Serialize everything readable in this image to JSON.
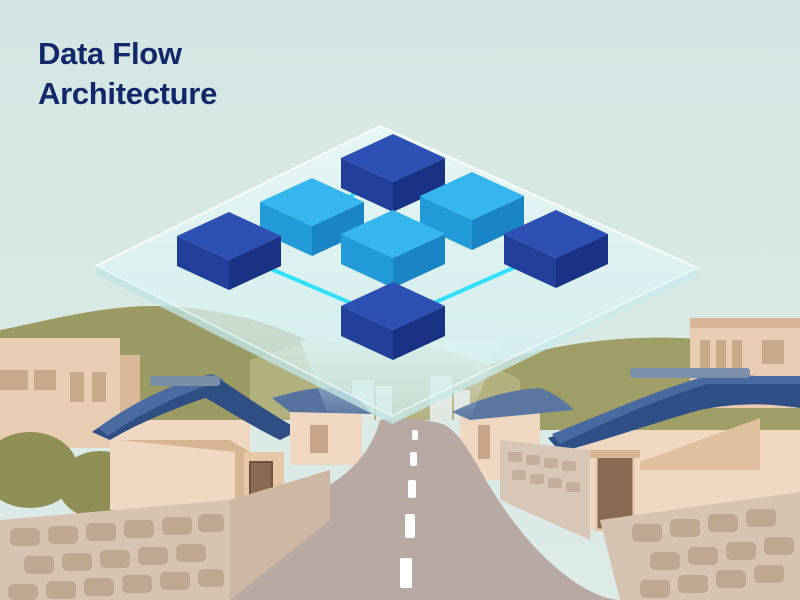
{
  "title": {
    "line1": "Data Flow",
    "line2": "Architecture"
  },
  "colors": {
    "sky": "#d7e7e4",
    "title_text": "#13286a",
    "block_dark_top": "#2e4fb3",
    "block_dark_left": "#223f9a",
    "block_dark_right": "#1a3283",
    "block_light_top": "#35b6ee",
    "block_light_left": "#239bd8",
    "block_light_right": "#1a85c4",
    "connector": "#33e0ff",
    "platform": "#e3f6f5",
    "hills": "#9c9a63",
    "walls": "#e8c9ad",
    "roofs": "#3b5a8e",
    "road": "#b7a8a1"
  },
  "diagram": {
    "nodes": [
      {
        "id": "top",
        "tone": "dark"
      },
      {
        "id": "upper-left",
        "tone": "light"
      },
      {
        "id": "upper-right",
        "tone": "light"
      },
      {
        "id": "left",
        "tone": "dark"
      },
      {
        "id": "center",
        "tone": "light"
      },
      {
        "id": "right",
        "tone": "dark"
      },
      {
        "id": "bottom",
        "tone": "dark"
      }
    ],
    "edges": [
      [
        "top",
        "upper-left"
      ],
      [
        "top",
        "upper-right"
      ],
      [
        "upper-left",
        "left"
      ],
      [
        "upper-left",
        "center"
      ],
      [
        "upper-right",
        "center"
      ],
      [
        "upper-right",
        "right"
      ],
      [
        "left",
        "bottom"
      ],
      [
        "right",
        "bottom"
      ]
    ]
  }
}
